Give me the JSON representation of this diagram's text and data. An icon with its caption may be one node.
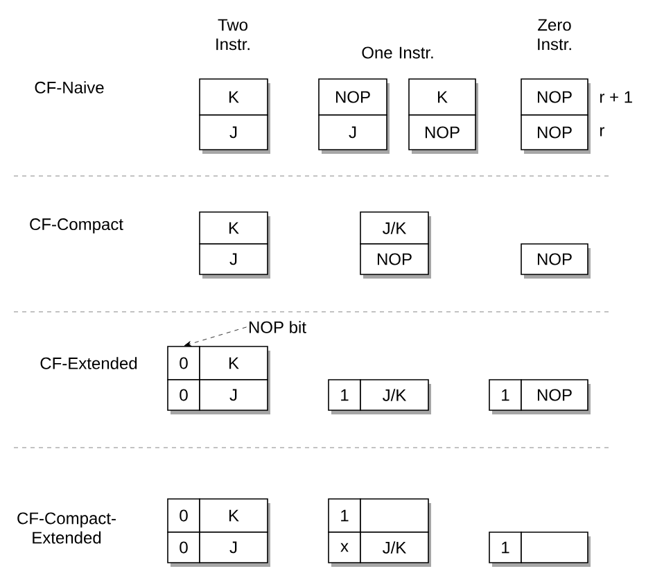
{
  "diagram": {
    "nodes": [
      {
        "text": [
          "K"
        ]
      },
      {
        "text": [
          "NOP"
        ]
      },
      {
        "text": [
          "K"
        ]
      },
      {
        "text": [
          "NOP"
        ]
      },
      {
        "text": [
          "J"
        ]
      },
      {
        "text": [
          "J"
        ]
      },
      {
        "text": [
          "NOP"
        ]
      },
      {
        "text": [
          "NOP"
        ]
      },
      {
        "text": [
          "K"
        ]
      },
      {
        "text": [
          "J/K"
        ]
      },
      {
        "text": [
          "J"
        ]
      },
      {
        "text": [
          "NOP"
        ]
      },
      {
        "text": [
          "NOP"
        ]
      },
      {
        "text": [
          "NOP bit"
        ]
      },
      {
        "text": [
          "0"
        ]
      },
      {
        "text": [
          "K"
        ]
      },
      {
        "text": [
          "0"
        ]
      },
      {
        "text": [
          "J"
        ]
      },
      {
        "text": [
          "1"
        ]
      },
      {
        "text": [
          "J/K"
        ]
      },
      {
        "text": [
          "1"
        ]
      },
      {
        "text": [
          "NOP"
        ]
      },
      {
        "text": [
          "0"
        ]
      },
      {
        "text": [
          "K"
        ]
      },
      {
        "text": [
          "1"
        ]
      },
      {
        "text": [],
        "shape": "box"
      },
      {
        "text": [
          "0"
        ]
      },
      {
        "text": [
          "J"
        ]
      },
      {
        "text": [
          "x"
        ]
      },
      {
        "text": [
          "J/K"
        ]
      },
      {
        "text": [
          "1"
        ]
      },
      {
        "text": [],
        "shape": "box"
      }
    ],
    "edges": [
      {
        "from": 13,
        "to": 14,
        "arrow": "to",
        "style": "dashed"
      }
    ],
    "labels": [
      "Two Instr.",
      "One Instr.",
      "Zero Instr.",
      "CF-Naive",
      "r + 1",
      "r",
      "CF-Compact",
      "CF-Extended",
      "CF-Compact- Extended"
    ]
  }
}
